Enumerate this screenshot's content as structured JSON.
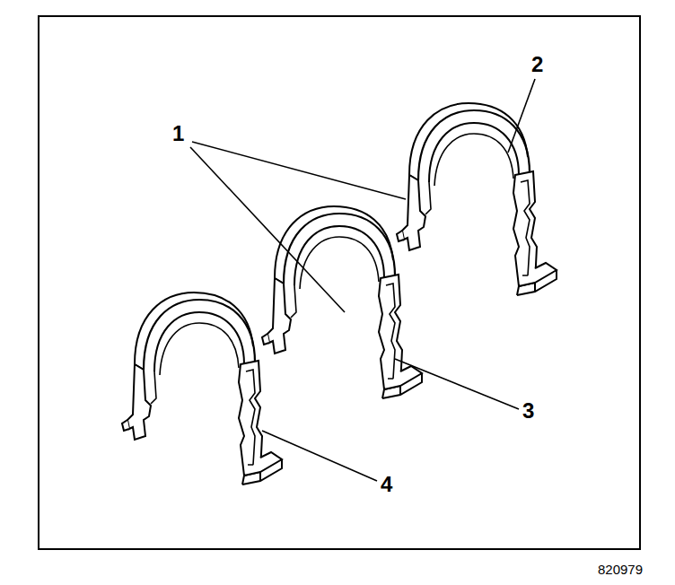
{
  "diagram": {
    "labels": [
      "1",
      "2",
      "3",
      "4",
      "820979"
    ]
  }
}
